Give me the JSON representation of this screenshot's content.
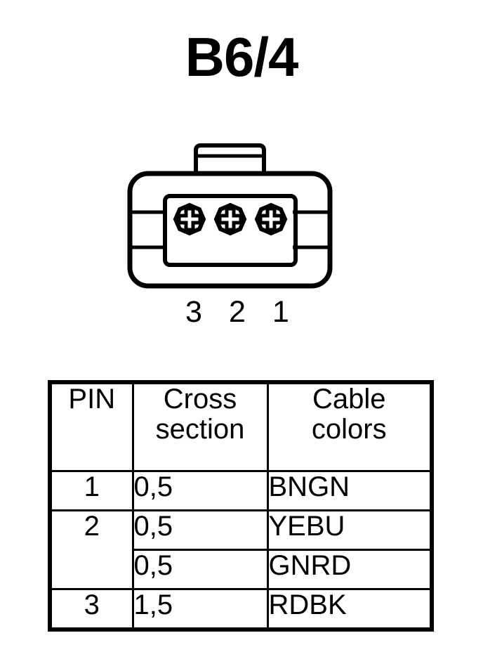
{
  "diagram": {
    "title": "B6/4",
    "connector": {
      "name": "3-way-connector",
      "latch_tab": "latch-tab",
      "cavity_count": 3,
      "cavity_icon": "terminal-cavity-cross-icon",
      "pin_numbers": [
        "3",
        "2",
        "1"
      ]
    }
  },
  "table": {
    "headers": {
      "pin": "PIN",
      "cross_line1": "Cross",
      "cross_line2": "section",
      "cable_line1": "Cable",
      "cable_line2": "colors"
    },
    "rows": [
      {
        "pin": "1",
        "cross_section": "0,5",
        "cable_colors": "BNGN"
      },
      {
        "pin": "2",
        "cross_section": "0,5",
        "cable_colors": "YEBU"
      },
      {
        "pin": "",
        "cross_section": "0,5",
        "cable_colors": "GNRD"
      },
      {
        "pin": "3",
        "cross_section": "1,5",
        "cable_colors": "RDBK"
      }
    ]
  },
  "style": {
    "ink": "#000000",
    "paper": "#ffffff"
  }
}
